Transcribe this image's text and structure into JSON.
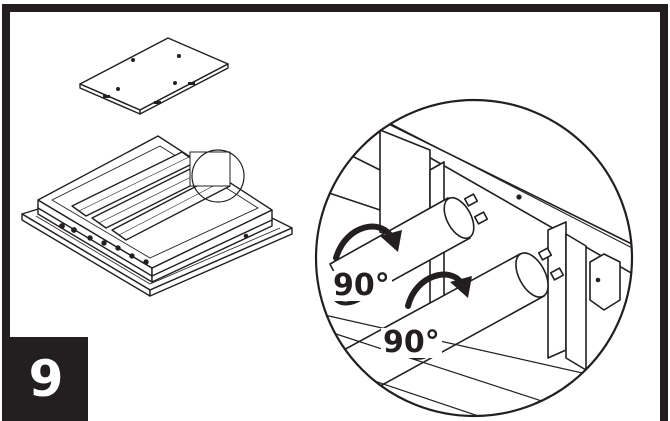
{
  "step": {
    "number": "9"
  },
  "rotation_labels": {
    "upper": "90°",
    "lower": "90°"
  },
  "colors": {
    "ink": "#231f20",
    "paper": "#ffffff"
  },
  "icons": {
    "rotation": "curved-rotate-arrow-icon"
  }
}
